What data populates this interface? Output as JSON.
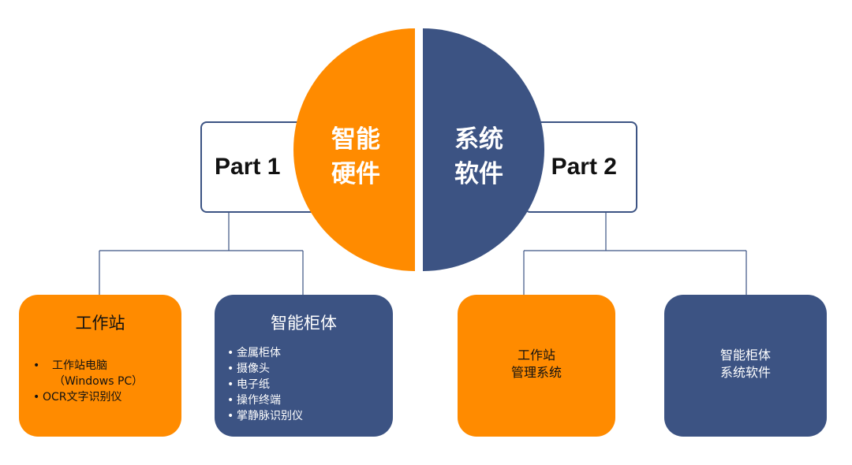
{
  "parts": {
    "left": {
      "label": "Part 1"
    },
    "right": {
      "label": "Part 2"
    }
  },
  "circle": {
    "left": {
      "line1": "智能",
      "line2": "硬件",
      "color": "#ff8b00"
    },
    "right": {
      "line1": "系统",
      "line2": "软件",
      "color": "#3c5383"
    }
  },
  "cards": {
    "workstation": {
      "title": "工作站",
      "items": [
        "工作站电脑",
        "（Windows PC）",
        "OCR文字识别仪"
      ]
    },
    "cabinet": {
      "title": "智能柜体",
      "items": [
        "金属柜体",
        "摄像头",
        "电子纸",
        "操作终端",
        "掌静脉识别仪"
      ]
    },
    "workstation_mgmt": {
      "line1": "工作站",
      "line2": "管理系统"
    },
    "cabinet_software": {
      "line1": "智能柜体",
      "line2": "系统软件"
    }
  },
  "colors": {
    "orange": "#ff8b00",
    "navy": "#3c5383",
    "connector": "#3c5383"
  }
}
